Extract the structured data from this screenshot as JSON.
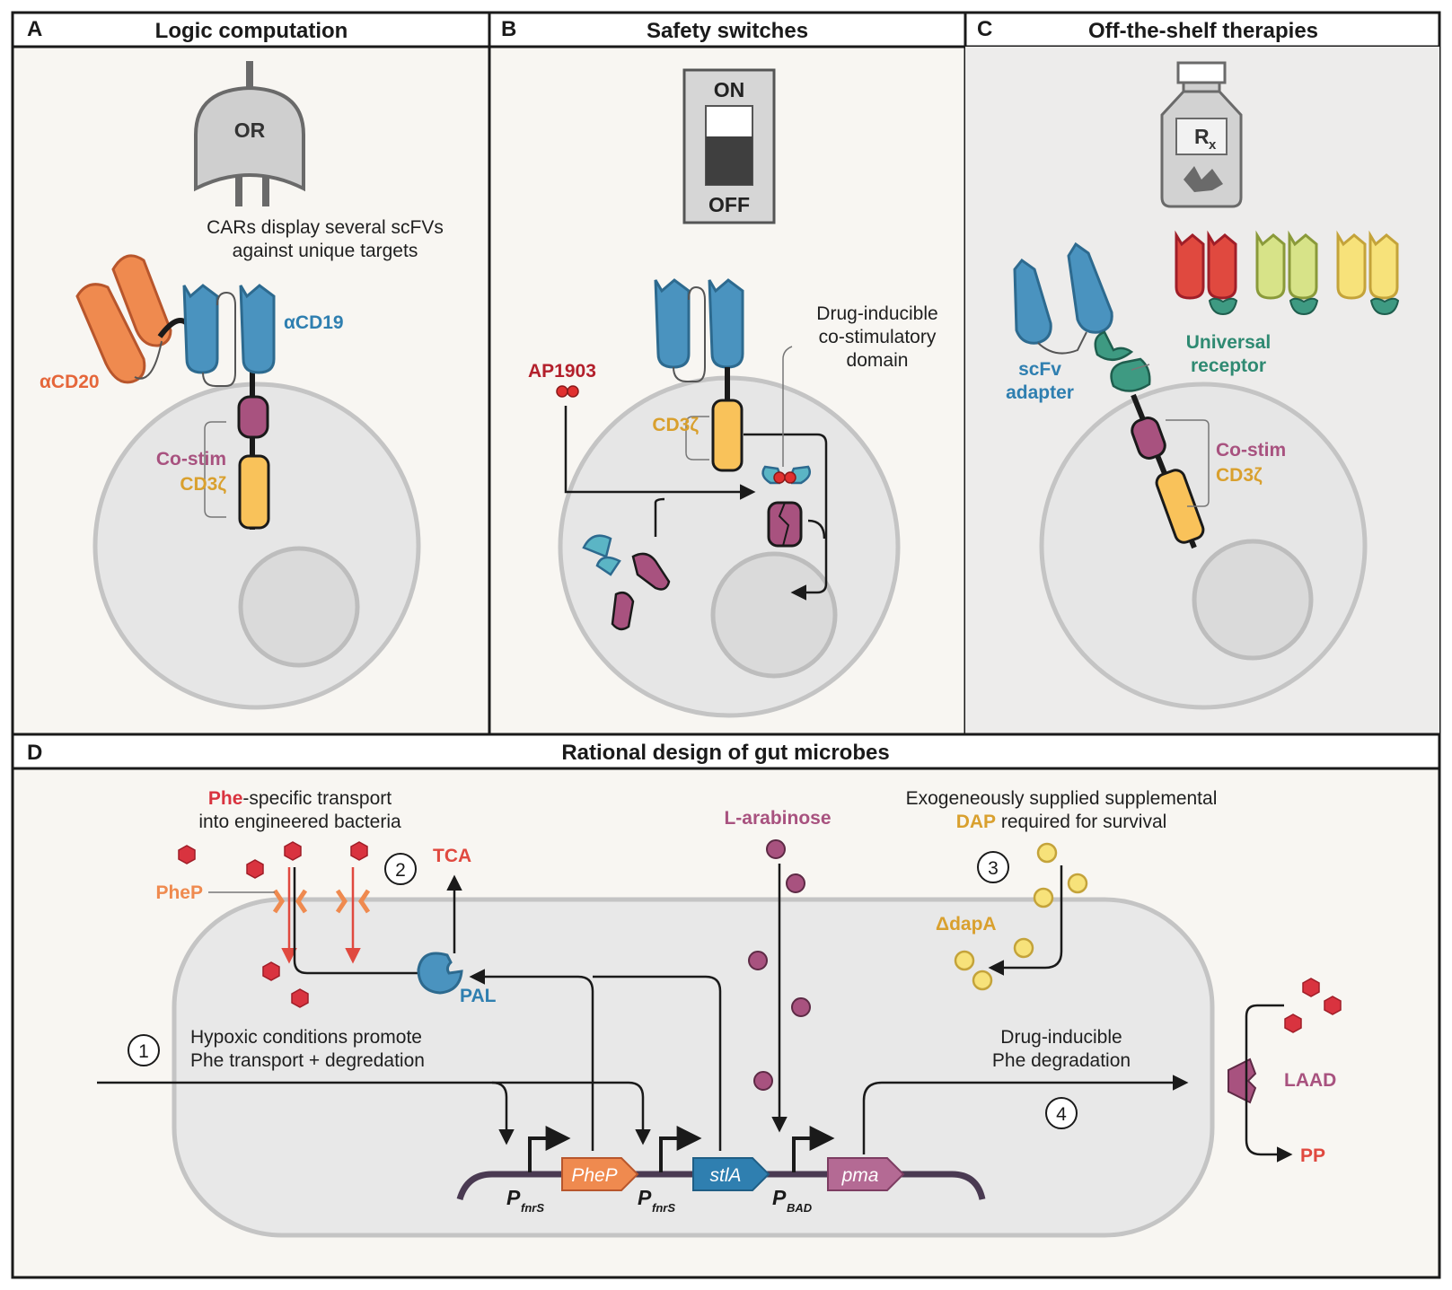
{
  "panels": {
    "a": {
      "letter": "A",
      "title": "Logic computation",
      "gate": "OR",
      "caption_line1": "CARs display several scFVs",
      "caption_line2": "against unique targets",
      "label_cd19": "αCD19",
      "label_cd20": "αCD20",
      "label_costim": "Co-stim",
      "label_cd3z": "CD3ζ"
    },
    "b": {
      "letter": "B",
      "title": "Safety switches",
      "switch_on": "ON",
      "switch_off": "OFF",
      "label_ap1903": "AP1903",
      "label_cd3z": "CD3ζ",
      "caption_line1": "Drug-inducible",
      "caption_line2": "co-stimulatory",
      "caption_line3": "domain"
    },
    "c": {
      "letter": "C",
      "title": "Off-the-shelf therapies",
      "rx_main": "R",
      "rx_sub": "x",
      "label_scfv_line1": "scFv",
      "label_scfv_line2": "adapter",
      "label_universal_line1": "Universal",
      "label_universal_line2": "receptor",
      "label_costim": "Co-stim",
      "label_cd3z": "CD3ζ"
    },
    "d": {
      "letter": "D",
      "title": "Rational design of gut microbes",
      "phe_word": "Phe",
      "phe_line1_rest": "-specific transport",
      "phe_line2": "into engineered bacteria",
      "label_phep": "PheP",
      "label_tca": "TCA",
      "label_pal": "PAL",
      "label_larabinose": "L-arabinose",
      "exo_line1": "Exogeneously supplied supplemental",
      "exo_dap": "DAP",
      "exo_line2_rest": " required for survival",
      "label_dapa": "ΔdapA",
      "hypoxic_line1": "Hypoxic conditions promote",
      "hypoxic_line2": "Phe transport + degredation",
      "drug_line1": "Drug-inducible",
      "drug_line2": "Phe degradation",
      "label_laad": "LAAD",
      "label_pp": "PP",
      "step1": "1",
      "step2": "2",
      "step3": "3",
      "step4": "4",
      "gene_phep": "PheP",
      "gene_stla": "stlA",
      "gene_pma": "pma",
      "prom1_main": "P",
      "prom1_sub": "fnrS",
      "prom2_main": "P",
      "prom2_sub": "fnrS",
      "prom3_main": "P",
      "prom3_sub": "BAD"
    }
  },
  "colors": {
    "blue": "#4a93bf",
    "orange": "#ef8a4f",
    "purple": "#a8527f",
    "yellow": "#f9c25a",
    "teal": "#3e9a82",
    "red": "#d9333f",
    "dap_yellow": "#f7e27a",
    "cell_gray": "#e8e8e8"
  }
}
